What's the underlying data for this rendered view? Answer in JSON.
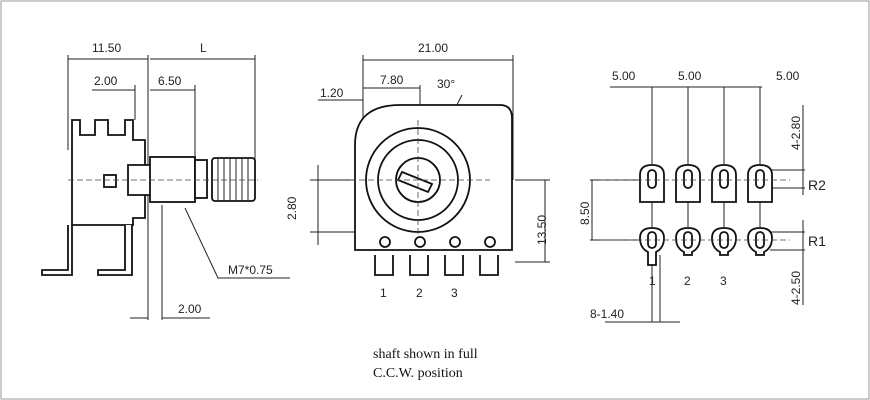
{
  "side_view": {
    "dim_overall": "11.50",
    "dim_shaft_length": "L",
    "dim_bushing_offset": "2.00",
    "dim_bushing": "6.50",
    "dim_bottom": "2.00",
    "thread": "M7*0.75"
  },
  "front_view": {
    "dim_width": "21.00",
    "dim_center": "7.80",
    "dim_edge": "1.20",
    "angle": "30°",
    "dim_left_height": "2.80",
    "dim_height": "13.50",
    "pins": [
      "1",
      "2",
      "3"
    ]
  },
  "footprint_view": {
    "pitches": [
      "5.00",
      "5.00",
      "5.00"
    ],
    "dim_top": "4-2.80",
    "dim_bottom": "4-2.50",
    "row_spacing": "8.50",
    "pin_width": "8-1.40",
    "rows": [
      "R2",
      "R1"
    ],
    "pins": [
      "1",
      "2",
      "3"
    ]
  },
  "note": {
    "line1": "shaft shown in full",
    "line2": "C.C.W. position"
  }
}
